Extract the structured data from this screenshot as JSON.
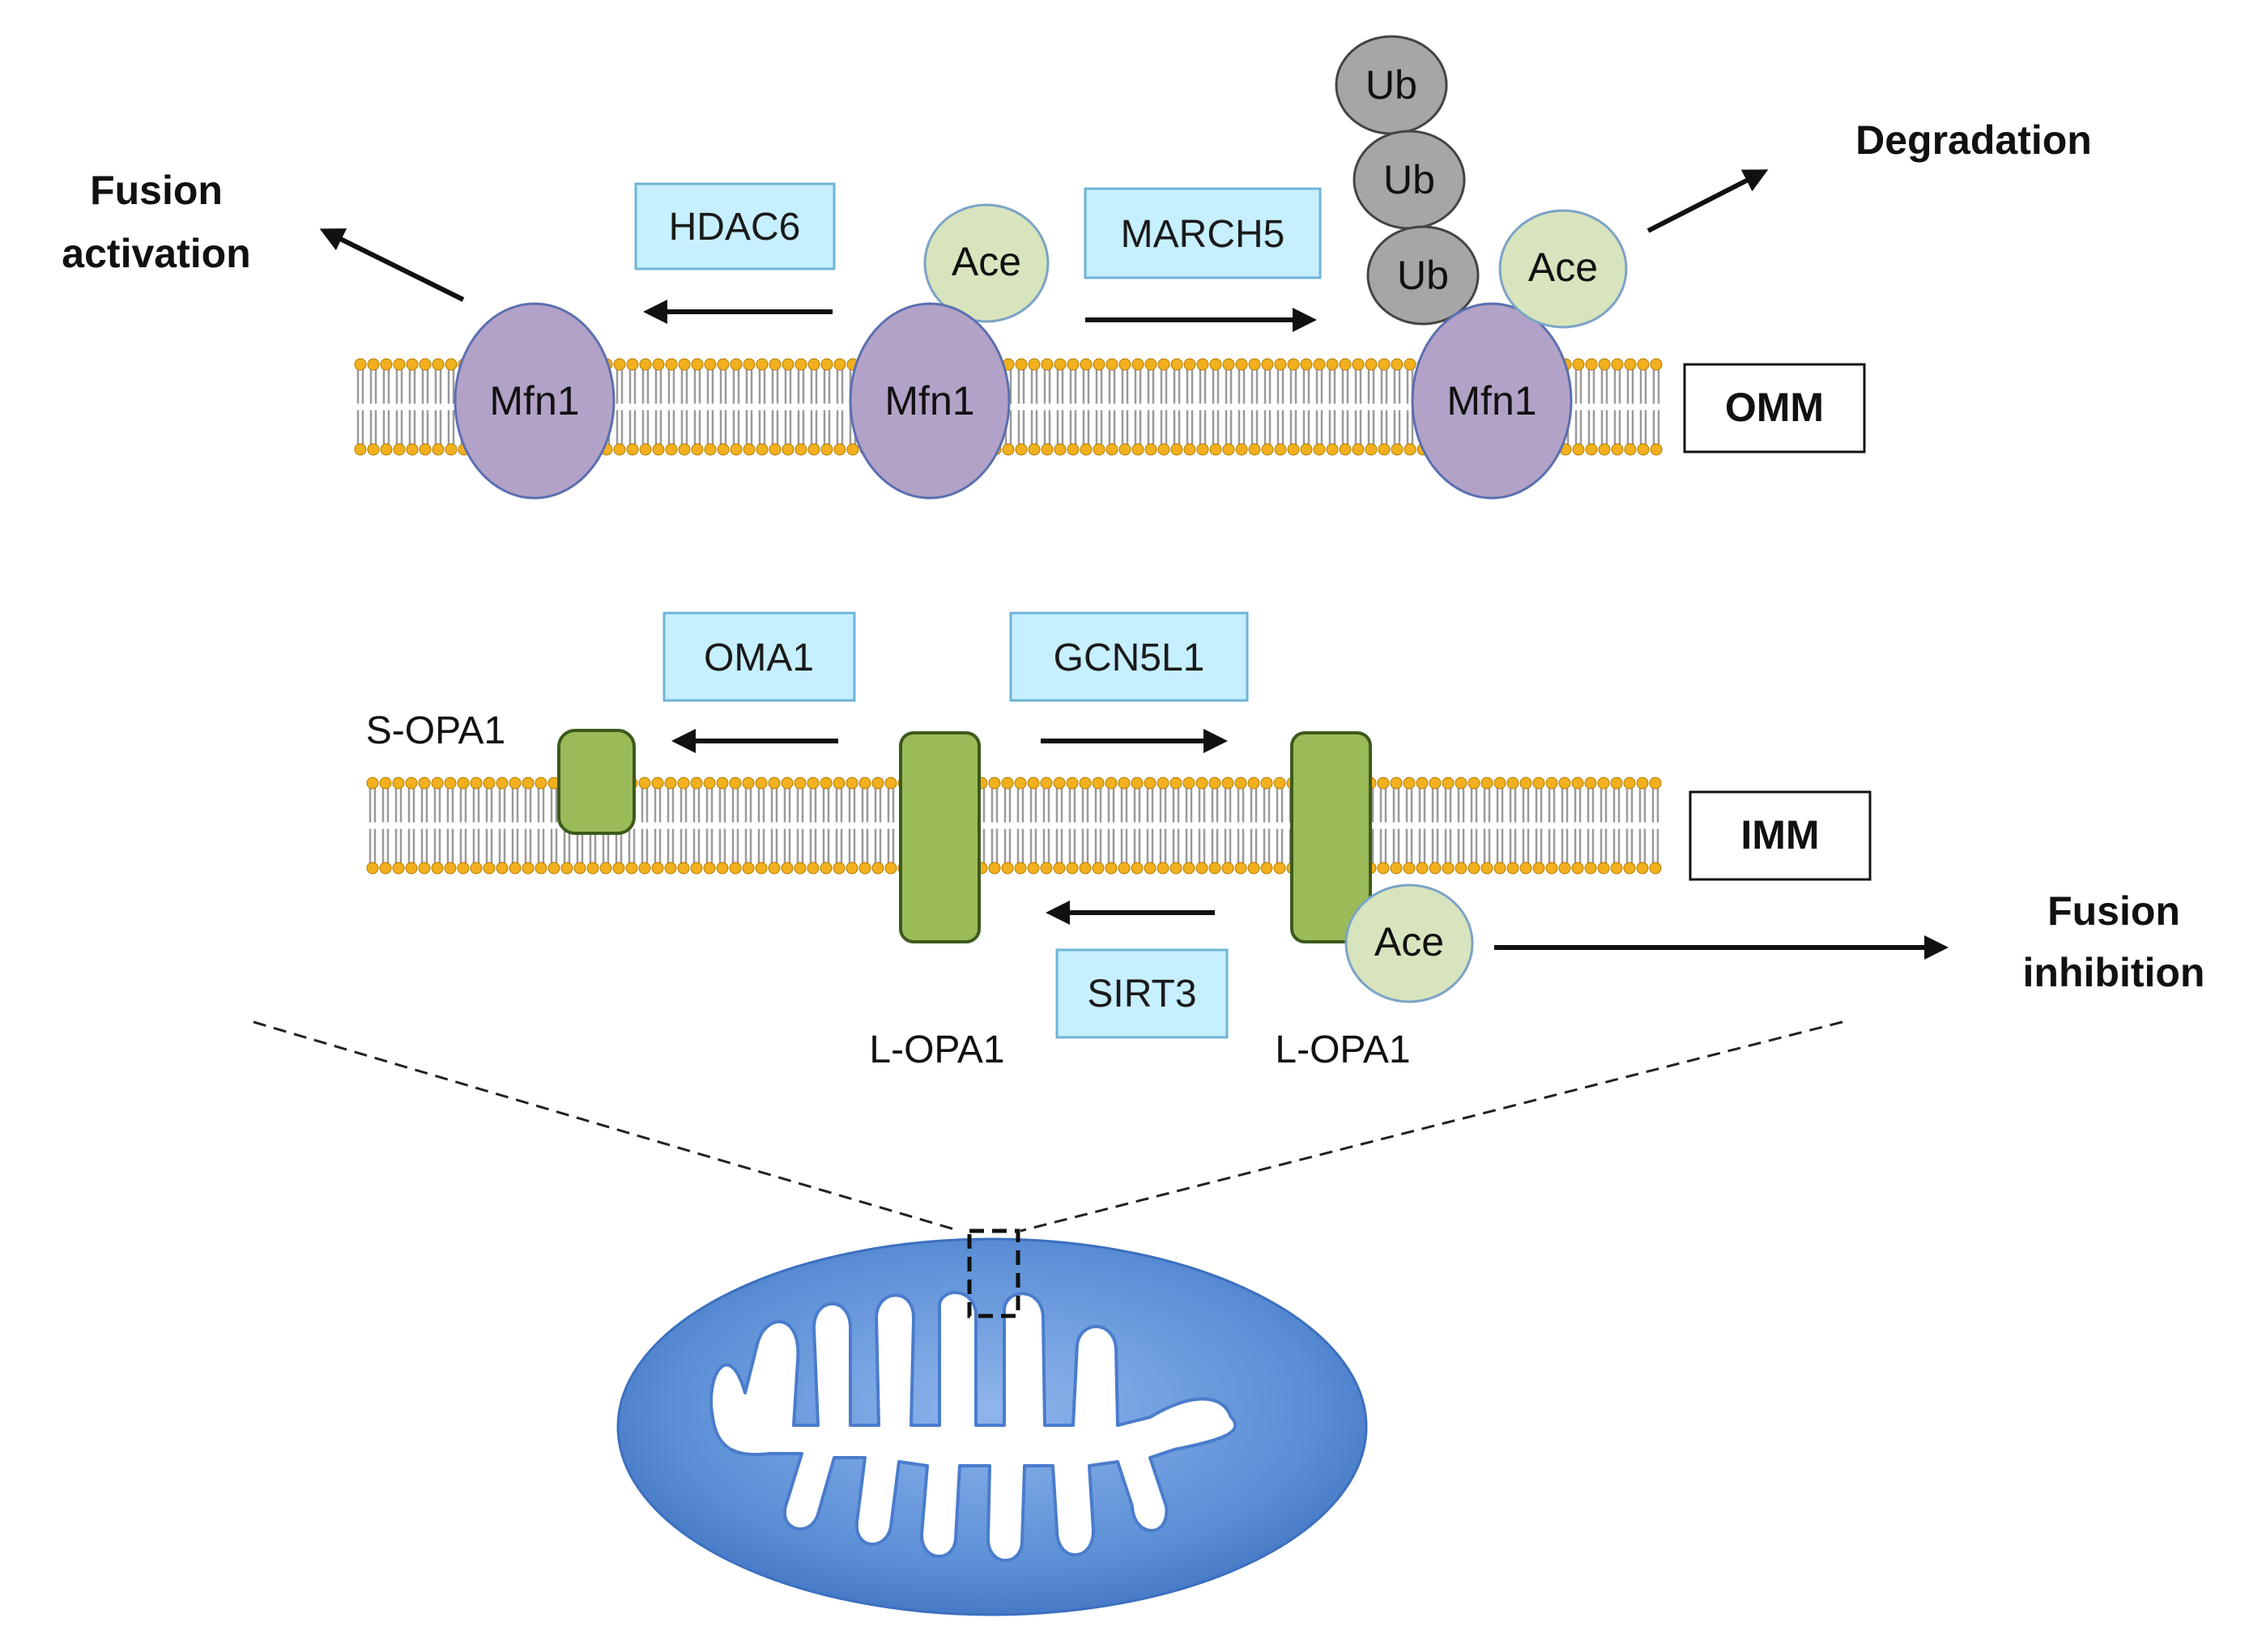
{
  "omm_section": {
    "proteins": [
      "Mfn1",
      "Mfn1",
      "Mfn1"
    ],
    "modifiers": {
      "ace": "Ace",
      "ub": "Ub"
    },
    "enzymes": {
      "hdac6": "HDAC6",
      "march5": "MARCH5"
    },
    "outcomes": {
      "fusion_activation_line1": "Fusion",
      "fusion_activation_line2": "activation",
      "degradation": "Degradation"
    },
    "membrane_label": "OMM"
  },
  "imm_section": {
    "enzymes": {
      "oma1": "OMA1",
      "gcn5l1": "GCN5L1",
      "sirt3": "SIRT3"
    },
    "protein_labels": {
      "s_opa1": "S-OPA1",
      "l_opa1": "L-OPA1"
    },
    "modifiers": {
      "ace": "Ace"
    },
    "outcomes": {
      "fusion_inhibition_line1": "Fusion",
      "fusion_inhibition_line2": "inhibition"
    },
    "membrane_label": "IMM"
  },
  "colors": {
    "mfn1_fill": "#b3a2c7",
    "mfn1_stroke": "#5b6fb0",
    "ace_fill": "#d7e4bd",
    "ace_stroke": "#7da3c6",
    "ub_fill": "#a6a6a6",
    "opa1_fill": "#9bbb59",
    "opa1_stroke": "#3c5a1c",
    "enzyme_fill": "#c6efff",
    "enzyme_stroke": "#6fb4d6",
    "lipid_head": "#f2b01e",
    "lipid_tail": "#9a9a9a",
    "mito_blue": "#5b8fd6"
  }
}
